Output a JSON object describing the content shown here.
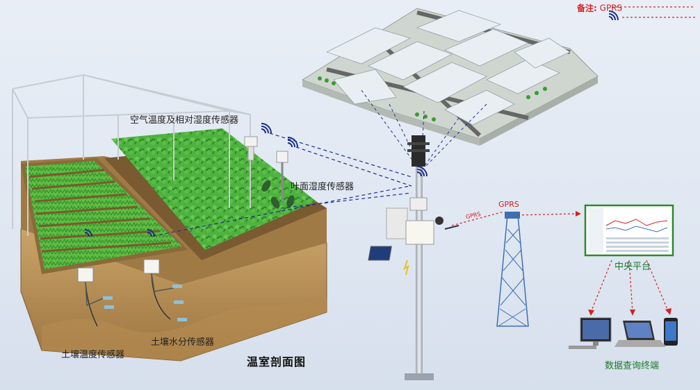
{
  "legend": {
    "note_label": "备注:",
    "gprs_label": "GPRS"
  },
  "labels": {
    "air_sensor": "空气温度及相对湿度传感器",
    "leaf_sensor": "叶面湿度传感器",
    "soil_temp_sensor": "土壤温度传感器",
    "soil_moisture_sensor": "土壤水分传感器",
    "greenhouse_section": "温室剖面图",
    "gprs_tower": "GPRS",
    "gprs_link": "GPRS",
    "central_platform": "中央平台",
    "data_terminal": "数据查询终端"
  },
  "colors": {
    "gprs_red": "#d42020",
    "wireless_blue": "#1a2f8a",
    "plant_green": "#3fa63a",
    "soil_brown": "#b08a52",
    "platform_green": "#1c7a2a"
  }
}
